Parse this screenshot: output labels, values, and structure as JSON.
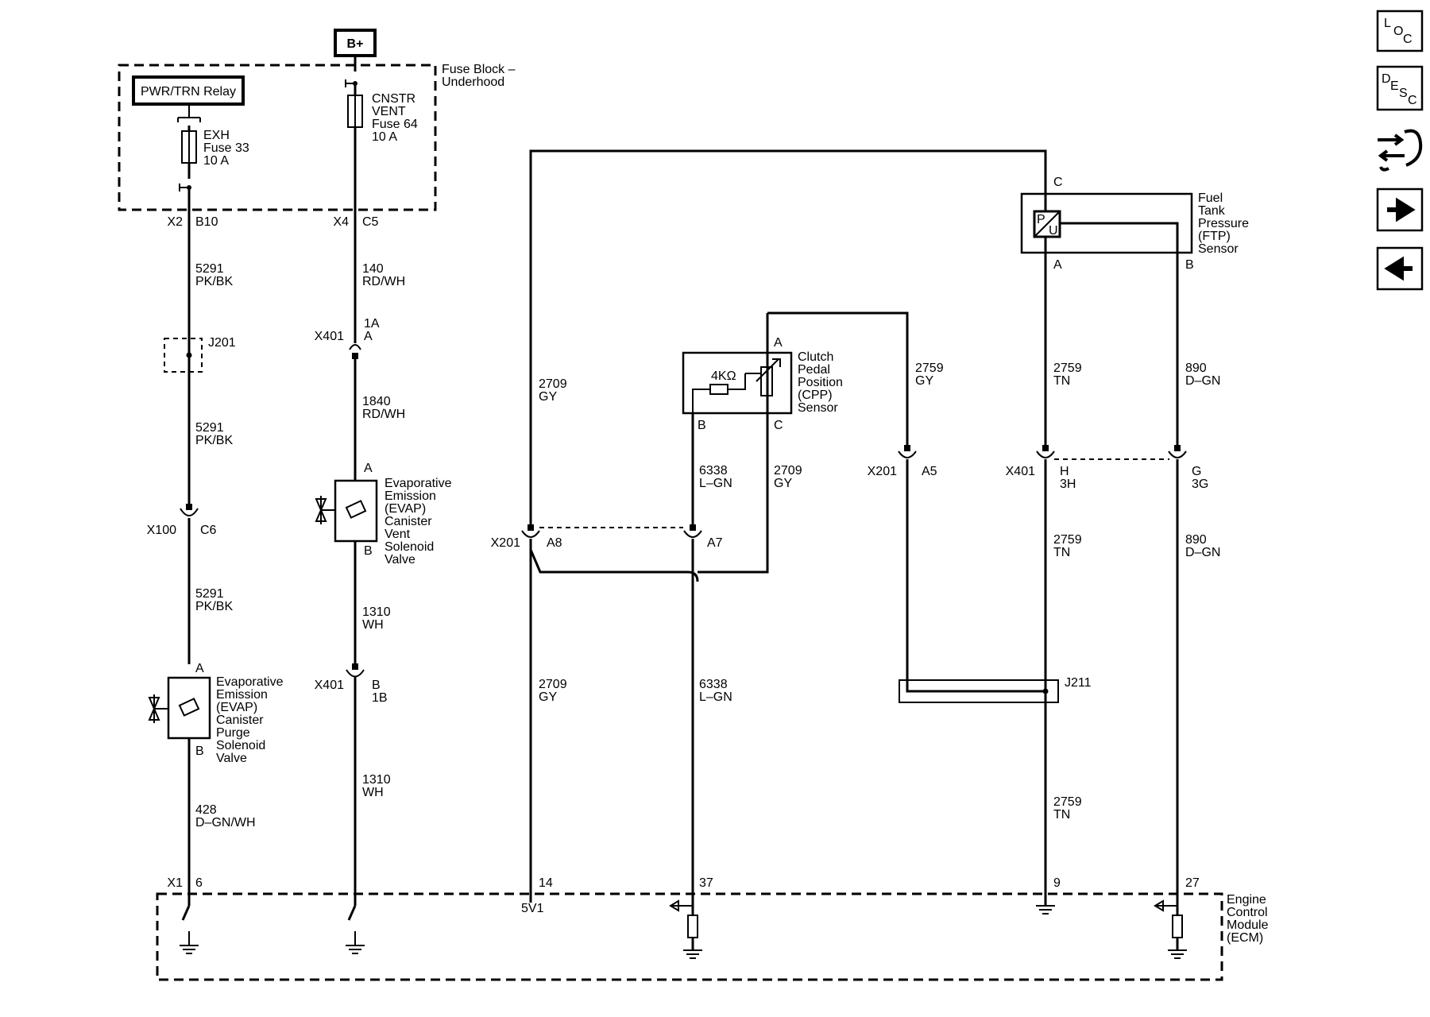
{
  "power": {
    "source": "B+"
  },
  "fuse_block": {
    "label": [
      "Fuse Block –",
      "Underhood"
    ],
    "relay": "PWR/TRN Relay",
    "fuse1": [
      "EXH",
      "Fuse 33",
      "10 A"
    ],
    "fuse2": [
      "CNSTR",
      "VENT",
      "Fuse 64",
      "10 A"
    ],
    "conn1": {
      "name": "X2",
      "pin": "B10"
    },
    "conn2": {
      "name": "X4",
      "pin": "C5"
    }
  },
  "purge_circuit": {
    "wire1": [
      "5291",
      "PK/BK"
    ],
    "splice": "J201",
    "wire2": [
      "5291",
      "PK/BK"
    ],
    "conn": {
      "name": "X100",
      "pin": "C6"
    },
    "wire3": [
      "5291",
      "PK/BK"
    ],
    "valve_pin_a": "A",
    "valve_pin_b": "B",
    "valve_label": [
      "Evaporative",
      "Emission",
      "(EVAP)",
      "Canister",
      "Purge",
      "Solenoid",
      "Valve"
    ],
    "wire4": [
      "428",
      "D–GN/WH"
    ],
    "ecm_conn": {
      "name": "X1",
      "pin": "6"
    }
  },
  "vent_circuit": {
    "wire1": [
      "140",
      "RD/WH"
    ],
    "conn1": {
      "name": "X401",
      "pin_a": "1A",
      "pin_b": "A"
    },
    "wire2": [
      "1840",
      "RD/WH"
    ],
    "valve_pin_a": "A",
    "valve_pin_b": "B",
    "valve_label": [
      "Evaporative",
      "Emission",
      "(EVAP)",
      "Canister",
      "Vent",
      "Solenoid",
      "Valve"
    ],
    "wire3": [
      "1310",
      "WH"
    ],
    "conn2": {
      "name": "X401",
      "pin_a": "B",
      "pin_b": "1B"
    },
    "wire4": [
      "1310",
      "WH"
    ]
  },
  "cpp_sensor": {
    "label": [
      "Clutch",
      "Pedal",
      "Position",
      "(CPP)",
      "Sensor"
    ],
    "resistor": "4KΩ",
    "pin_a": "A",
    "pin_b": "B",
    "pin_c": "C"
  },
  "ftp_sensor": {
    "label": [
      "Fuel",
      "Tank",
      "Pressure",
      "(FTP)",
      "Sensor"
    ],
    "symbol_p": "P",
    "symbol_u": "U",
    "pin_a": "A",
    "pin_b": "B",
    "pin_c": "C"
  },
  "wires": {
    "w2709_top": [
      "2709",
      "GY"
    ],
    "w2709_cpp": [
      "2709",
      "GY"
    ],
    "w2709_bot": [
      "2709",
      "GY"
    ],
    "w6338_top": [
      "6338",
      "L–GN"
    ],
    "w6338_bot": [
      "6338",
      "L–GN"
    ],
    "w2759_gy": [
      "2759",
      "GY"
    ],
    "w2759_tn1": [
      "2759",
      "TN"
    ],
    "w2759_tn2": [
      "2759",
      "TN"
    ],
    "w2759_tn3": [
      "2759",
      "TN"
    ],
    "w890_top": [
      "890",
      "D–GN"
    ],
    "w890_bot": [
      "890",
      "D–GN"
    ]
  },
  "connectors": {
    "x201_a": {
      "name": "X201",
      "pin": "A8"
    },
    "x201_b": {
      "pin": "A7"
    },
    "x201_c": {
      "name": "X201",
      "pin": "A5"
    },
    "x401_h": {
      "name": "X401",
      "pin1": "H",
      "pin2": "3H"
    },
    "x401_g": {
      "pin1": "G",
      "pin2": "3G"
    },
    "splice_j211": "J211"
  },
  "ecm": {
    "label": [
      "Engine",
      "Control",
      "Module",
      "(ECM)"
    ],
    "pin_14": "14",
    "ref_5v": "5V1",
    "pin_37": "37",
    "pin_9": "9",
    "pin_27": "27"
  },
  "sidebar": {
    "loc": [
      "L",
      "O",
      "C"
    ],
    "desc": [
      "D",
      "E",
      "S",
      "C"
    ]
  }
}
